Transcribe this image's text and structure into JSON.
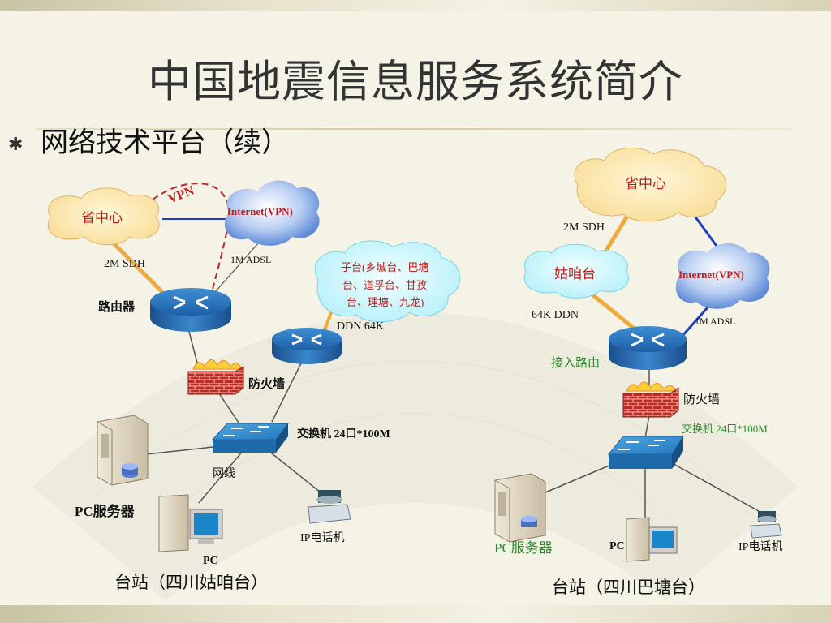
{
  "title": "中国地震信息服务系统简介",
  "subtitle": "网络技术平台（续）",
  "bullet": "✱",
  "left": {
    "province": "省中心",
    "internet": "Internet(VPN)",
    "vpn": "VPN",
    "sdh": "2M SDH",
    "adsl": "1M ADSL",
    "router": "路由器",
    "subStations": "子台(乡城台、巴塘台、道孚台、甘孜台、理塘、九龙)",
    "sub_line1": "子台(乡城台、巴塘",
    "sub_line2": "台、道孚台、甘孜",
    "sub_line3": "台、理塘、九龙)",
    "ddn": "DDN 64K",
    "firewall": "防火墙",
    "switch": "交换机 24口*100M",
    "cable": "网线",
    "server": "PC服务器",
    "phone": "IP电话机",
    "pc": "PC",
    "caption": "台站（四川姑咱台）"
  },
  "right": {
    "province": "省中心",
    "sdh": "2M SDH",
    "station": "姑咱台",
    "internet": "Internet(VPN)",
    "ddn": "64K DDN",
    "adsl": "1M ADSL",
    "router": "接入路由",
    "firewall": "防火墙",
    "switch": "交换机 24口*100M",
    "server": "PC服务器",
    "pc": "PC",
    "phone": "IP电话机",
    "caption": "台站（四川巴塘台）"
  }
}
